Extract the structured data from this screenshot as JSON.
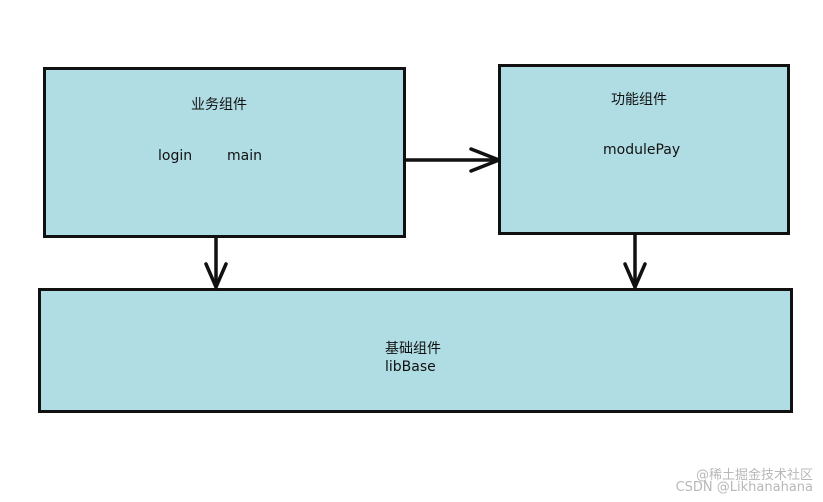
{
  "business_box": {
    "title": "业务组件",
    "modules": [
      "login",
      "main"
    ]
  },
  "function_box": {
    "title": "功能组件",
    "module": "modulePay"
  },
  "base_box": {
    "title": "基础组件",
    "module": "libBase"
  },
  "colors": {
    "box_fill": "#b0dde4",
    "border": "#111111",
    "watermark": "#b8b8b8"
  },
  "watermark": {
    "line1": "@稀土掘金技术社区",
    "line2": "CSDN @Likhanahana"
  }
}
